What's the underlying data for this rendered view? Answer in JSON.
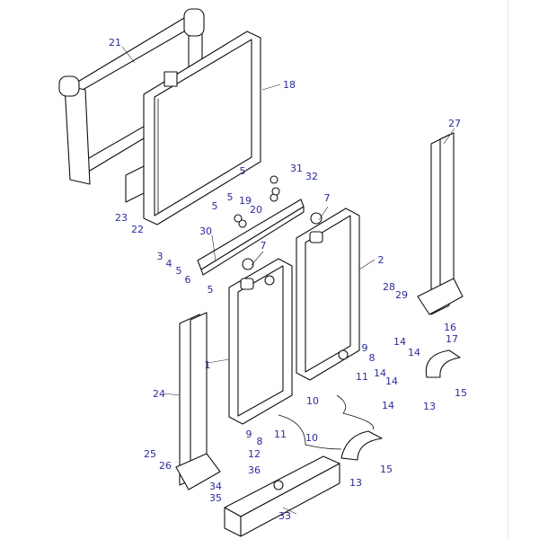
{
  "diagram": {
    "labels": [
      "21",
      "18",
      "27",
      "5",
      "31",
      "32",
      "5",
      "19",
      "20",
      "7",
      "5",
      "23",
      "22",
      "30",
      "3",
      "4",
      "5",
      "6",
      "5",
      "7",
      "2",
      "28",
      "29",
      "1",
      "14",
      "14",
      "16",
      "17",
      "9",
      "8",
      "14",
      "14",
      "11",
      "15",
      "10",
      "13",
      "24",
      "14",
      "9",
      "8",
      "11",
      "10",
      "12",
      "36",
      "15",
      "13",
      "25",
      "26",
      "34",
      "35",
      "33"
    ],
    "colors": {
      "label": "#2b2ba6",
      "line": "#111111"
    }
  }
}
